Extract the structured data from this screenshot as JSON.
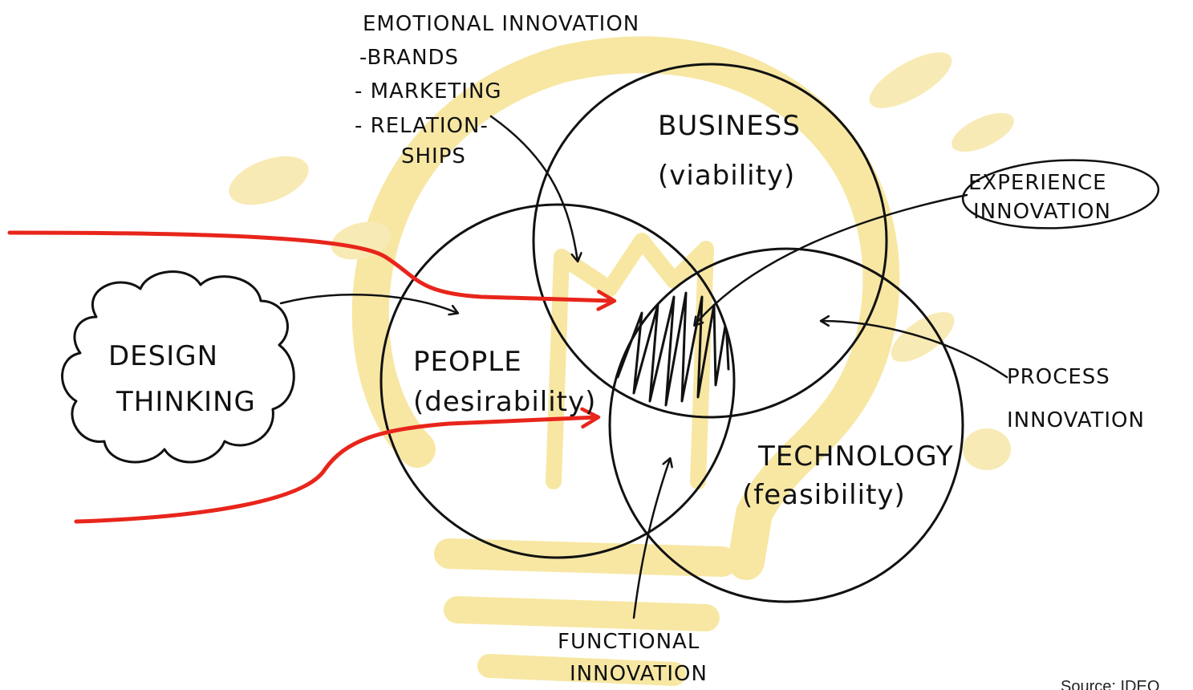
{
  "labels": {
    "emotional_title": "EMOTIONAL INNOVATION",
    "emotional_item_1": "-BRANDS",
    "emotional_item_2": "- MARKETING",
    "emotional_item_3a": "- RELATION-",
    "emotional_item_3b": "SHIPS",
    "business": "BUSINESS",
    "business_sub": "(viability)",
    "experience_1": "EXPERIENCE",
    "experience_2": "INNOVATION",
    "design_1": "DESIGN",
    "design_2": "THINKING",
    "people": "PEOPLE",
    "people_sub": "(desirability)",
    "technology": "TECHNOLOGY",
    "technology_sub": "(feasibility)",
    "process_1": "PROCESS",
    "process_2": "INNOVATION",
    "functional_1": "FUNCTIONAL",
    "functional_2": "INNOVATION",
    "source": "Source: IDEO"
  },
  "colors": {
    "ink": "#111111",
    "arrow_red": "#e8251b",
    "bulb_yellow": "#f7e7a3",
    "background": "#ffffff"
  }
}
